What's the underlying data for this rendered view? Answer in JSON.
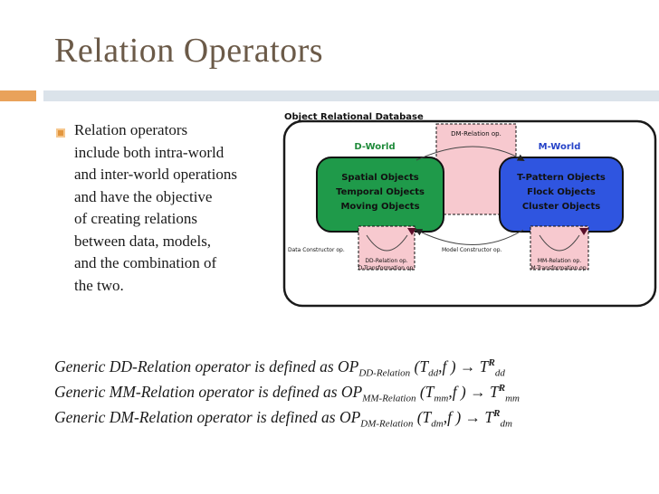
{
  "slide": {
    "title": "Relation Operators",
    "bullet_lines": [
      "Relation operators",
      "include both intra-world",
      "and inter-world operations",
      "and have the objective",
      "of creating relations",
      "between data, models,",
      "and the combination of",
      "the two."
    ]
  },
  "diagram": {
    "caption": "Object Relational Database",
    "dm_relation": "DM-Relation op.",
    "d_world": "D-World",
    "m_world": "M-World",
    "d_items": [
      "Spatial Objects",
      "Temporal Objects",
      "Moving Objects"
    ],
    "m_items": [
      "T-Pattern Objects",
      "Flock Objects",
      "Cluster Objects"
    ],
    "data_constructor": "Data Constructor op.",
    "model_constructor": "Model Constructor op.",
    "dd_relation": "DD-Relation op.",
    "d_transformation": "D-Transformation op.",
    "mm_relation": "MM-Relation op.",
    "m_transformation": "M-Transformation op.",
    "colors": {
      "green": "#1f9a4a",
      "blue": "#2f55e0",
      "pink": "#f7c9cf",
      "border": "#1a1a1a"
    }
  },
  "definitions": [
    {
      "prefix": "Generic DD-Relation operator is defined as OP",
      "op_sub": "DD-Relation",
      "args": " (T",
      "arg_sub": "dd",
      "rest": ",f ) ",
      "arrow": "→",
      "result": " T",
      "result_sup": "R",
      "result_sub": "dd"
    },
    {
      "prefix": "Generic MM-Relation operator is defined as OP",
      "op_sub": "MM-Relation",
      "args": " (T",
      "arg_sub": "mm",
      "rest": ",f ) ",
      "arrow": "→",
      "result": " T",
      "result_sup": "R",
      "result_sub": "mm"
    },
    {
      "prefix": "Generic DM-Relation operator is defined as OP",
      "op_sub": "DM-Relation",
      "args": " (T",
      "arg_sub": "dm",
      "rest": ",f ) ",
      "arrow": "→",
      "result": " T",
      "result_sup": "R",
      "result_sub": "dm"
    }
  ]
}
